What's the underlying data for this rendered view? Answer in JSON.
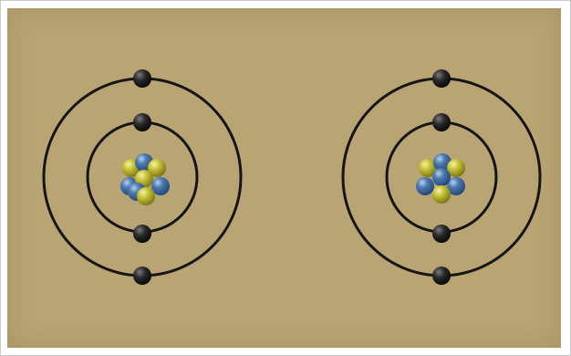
{
  "colors": {
    "background": "#b9a474",
    "orbit": "#151515",
    "electron": "#2a2a2a",
    "proton": "#c9c43a",
    "neutron": "#4d7ab0"
  },
  "atoms": [
    {
      "name": "left-atom",
      "shells": [
        {
          "electrons": 2
        },
        {
          "electrons": 2
        }
      ],
      "nucleus": {
        "protons": 4,
        "neutrons": 4
      }
    },
    {
      "name": "right-atom",
      "shells": [
        {
          "electrons": 2
        },
        {
          "electrons": 2
        }
      ],
      "nucleus": {
        "protons": 3,
        "neutrons": 4
      }
    }
  ]
}
